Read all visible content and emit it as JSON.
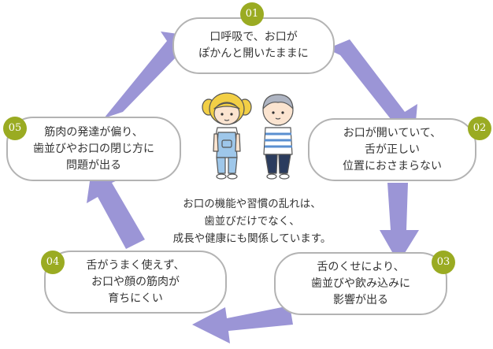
{
  "steps": [
    {
      "num": "01",
      "lines": [
        "口呼吸で、お口が",
        "ぽかんと開いたままに"
      ]
    },
    {
      "num": "02",
      "lines": [
        "お口が開いていて、",
        "舌が正しい",
        "位置におさまらない"
      ]
    },
    {
      "num": "03",
      "lines": [
        "舌のくせにより、",
        "歯並びや飲み込みに",
        "影響が出る"
      ]
    },
    {
      "num": "04",
      "lines": [
        "舌がうまく使えず、",
        "お口や顔の筋肉が",
        "育ちにくい"
      ]
    },
    {
      "num": "05",
      "lines": [
        "筋肉の発達が偏り、",
        "歯並びやお口の閉じ方に",
        "問題が出る"
      ]
    }
  ],
  "center": {
    "lines": [
      "お口の機能や習慣の乱れは、",
      "歯並びだけでなく、",
      "成長や健康にも関係しています。"
    ]
  },
  "colors": {
    "arrow": "#9b95d6",
    "badge": "#9aab22",
    "border": "#b3b3b3"
  }
}
